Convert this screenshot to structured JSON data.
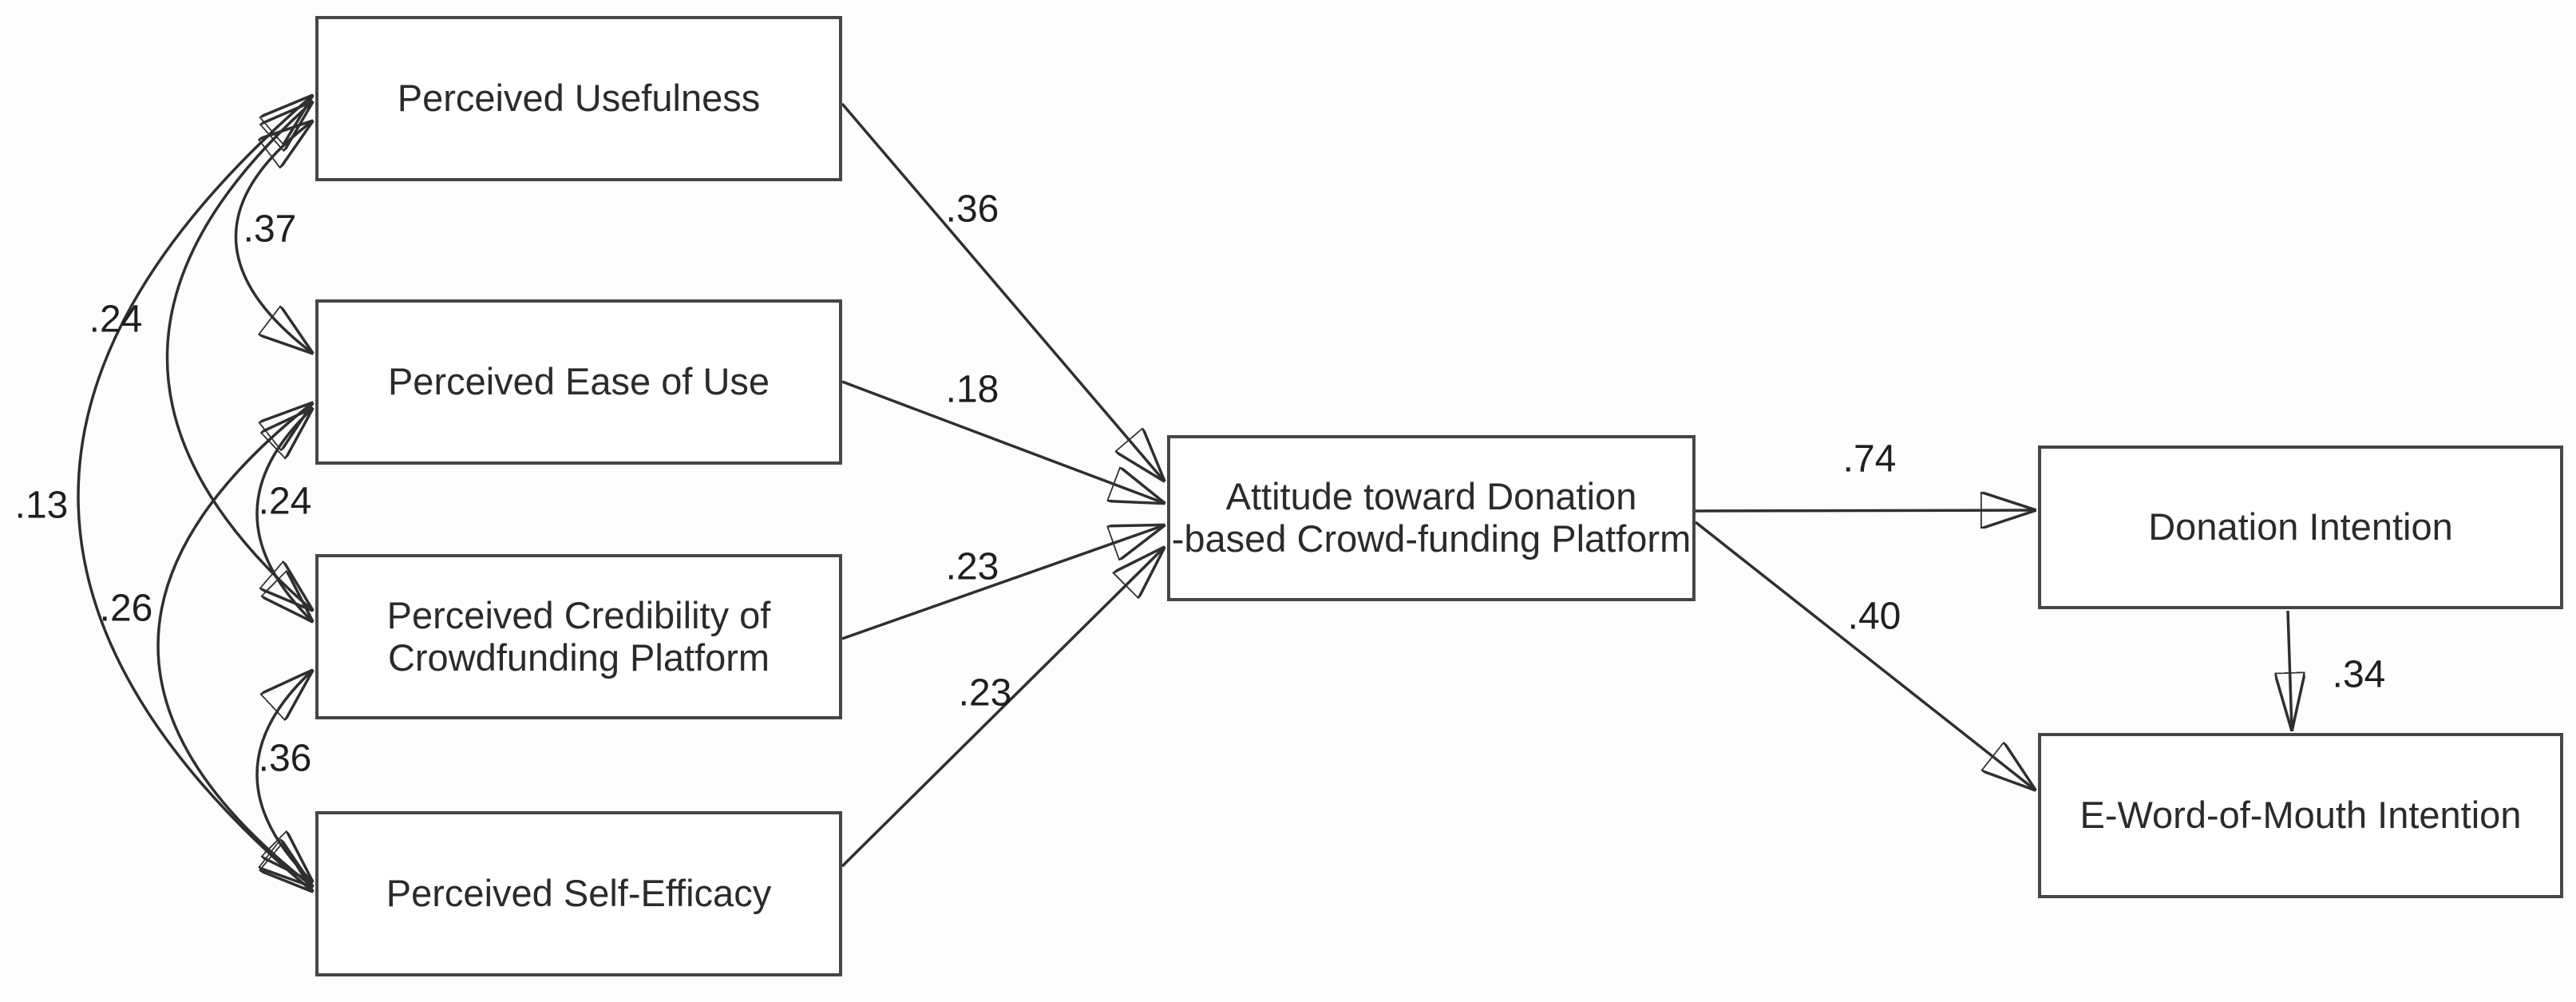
{
  "figure": {
    "type": "path-diagram",
    "background": "#fdfdfd",
    "box_border_color": "#464646",
    "box_fill_color": "#ffffff",
    "line_color": "#2f2f2f",
    "arrowhead_color": "#0d0d0d",
    "text_color": "#2b2b2b",
    "nodes": {
      "usefulness": {
        "label": "Perceived Usefulness"
      },
      "ease": {
        "label": "Perceived Ease of Use"
      },
      "credibility": {
        "label": "Perceived Credibility of\nCrowdfunding Platform"
      },
      "self_efficacy": {
        "label": "Perceived Self-Efficacy"
      },
      "attitude": {
        "label": "Attitude toward Donation\n-based Crowd-funding Platform"
      },
      "donation": {
        "label": "Donation Intention"
      },
      "ewom": {
        "label": "E-Word-of-Mouth Intention"
      }
    },
    "path_coefficients": {
      "usefulness_to_attitude": ".36",
      "ease_to_attitude": ".18",
      "credibility_to_attitude": ".23",
      "self_efficacy_to_attitude": ".23",
      "attitude_to_donation": ".74",
      "attitude_to_ewom": ".40",
      "donation_to_ewom": ".34"
    },
    "correlations": {
      "usefulness_ease": ".37",
      "usefulness_credibility": ".24",
      "usefulness_self_efficacy": ".13",
      "ease_credibility": ".24",
      "ease_self_efficacy": ".26",
      "credibility_self_efficacy": ".36"
    }
  }
}
